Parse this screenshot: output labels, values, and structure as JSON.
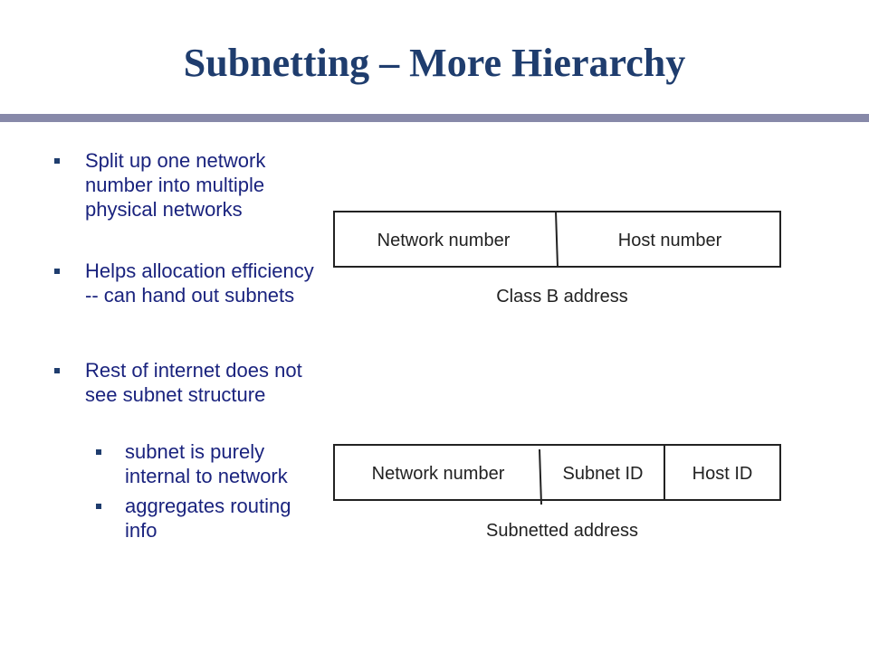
{
  "slide": {
    "title": "Subnetting – More Hierarchy"
  },
  "bullets": [
    {
      "text": "Split up one network number into multiple physical networks",
      "level": 1
    },
    {
      "text": "Helps allocation efficiency -- can hand out subnets",
      "level": 1
    },
    {
      "text": "Rest of internet does not see subnet structure",
      "level": 1
    },
    {
      "text": "subnet is purely internal to network",
      "level": 2
    },
    {
      "text": "aggregates routing info",
      "level": 2
    }
  ],
  "diagram": {
    "class_b": {
      "fields": [
        "Network number",
        "Host number"
      ],
      "caption": "Class B address"
    },
    "subnetted": {
      "fields": [
        "Network number",
        "Subnet ID",
        "Host ID"
      ],
      "caption": "Subnetted address"
    }
  },
  "colors": {
    "title": "#1f3d6e",
    "rule": "#8789a9",
    "bullet_text": "#1a237e"
  }
}
